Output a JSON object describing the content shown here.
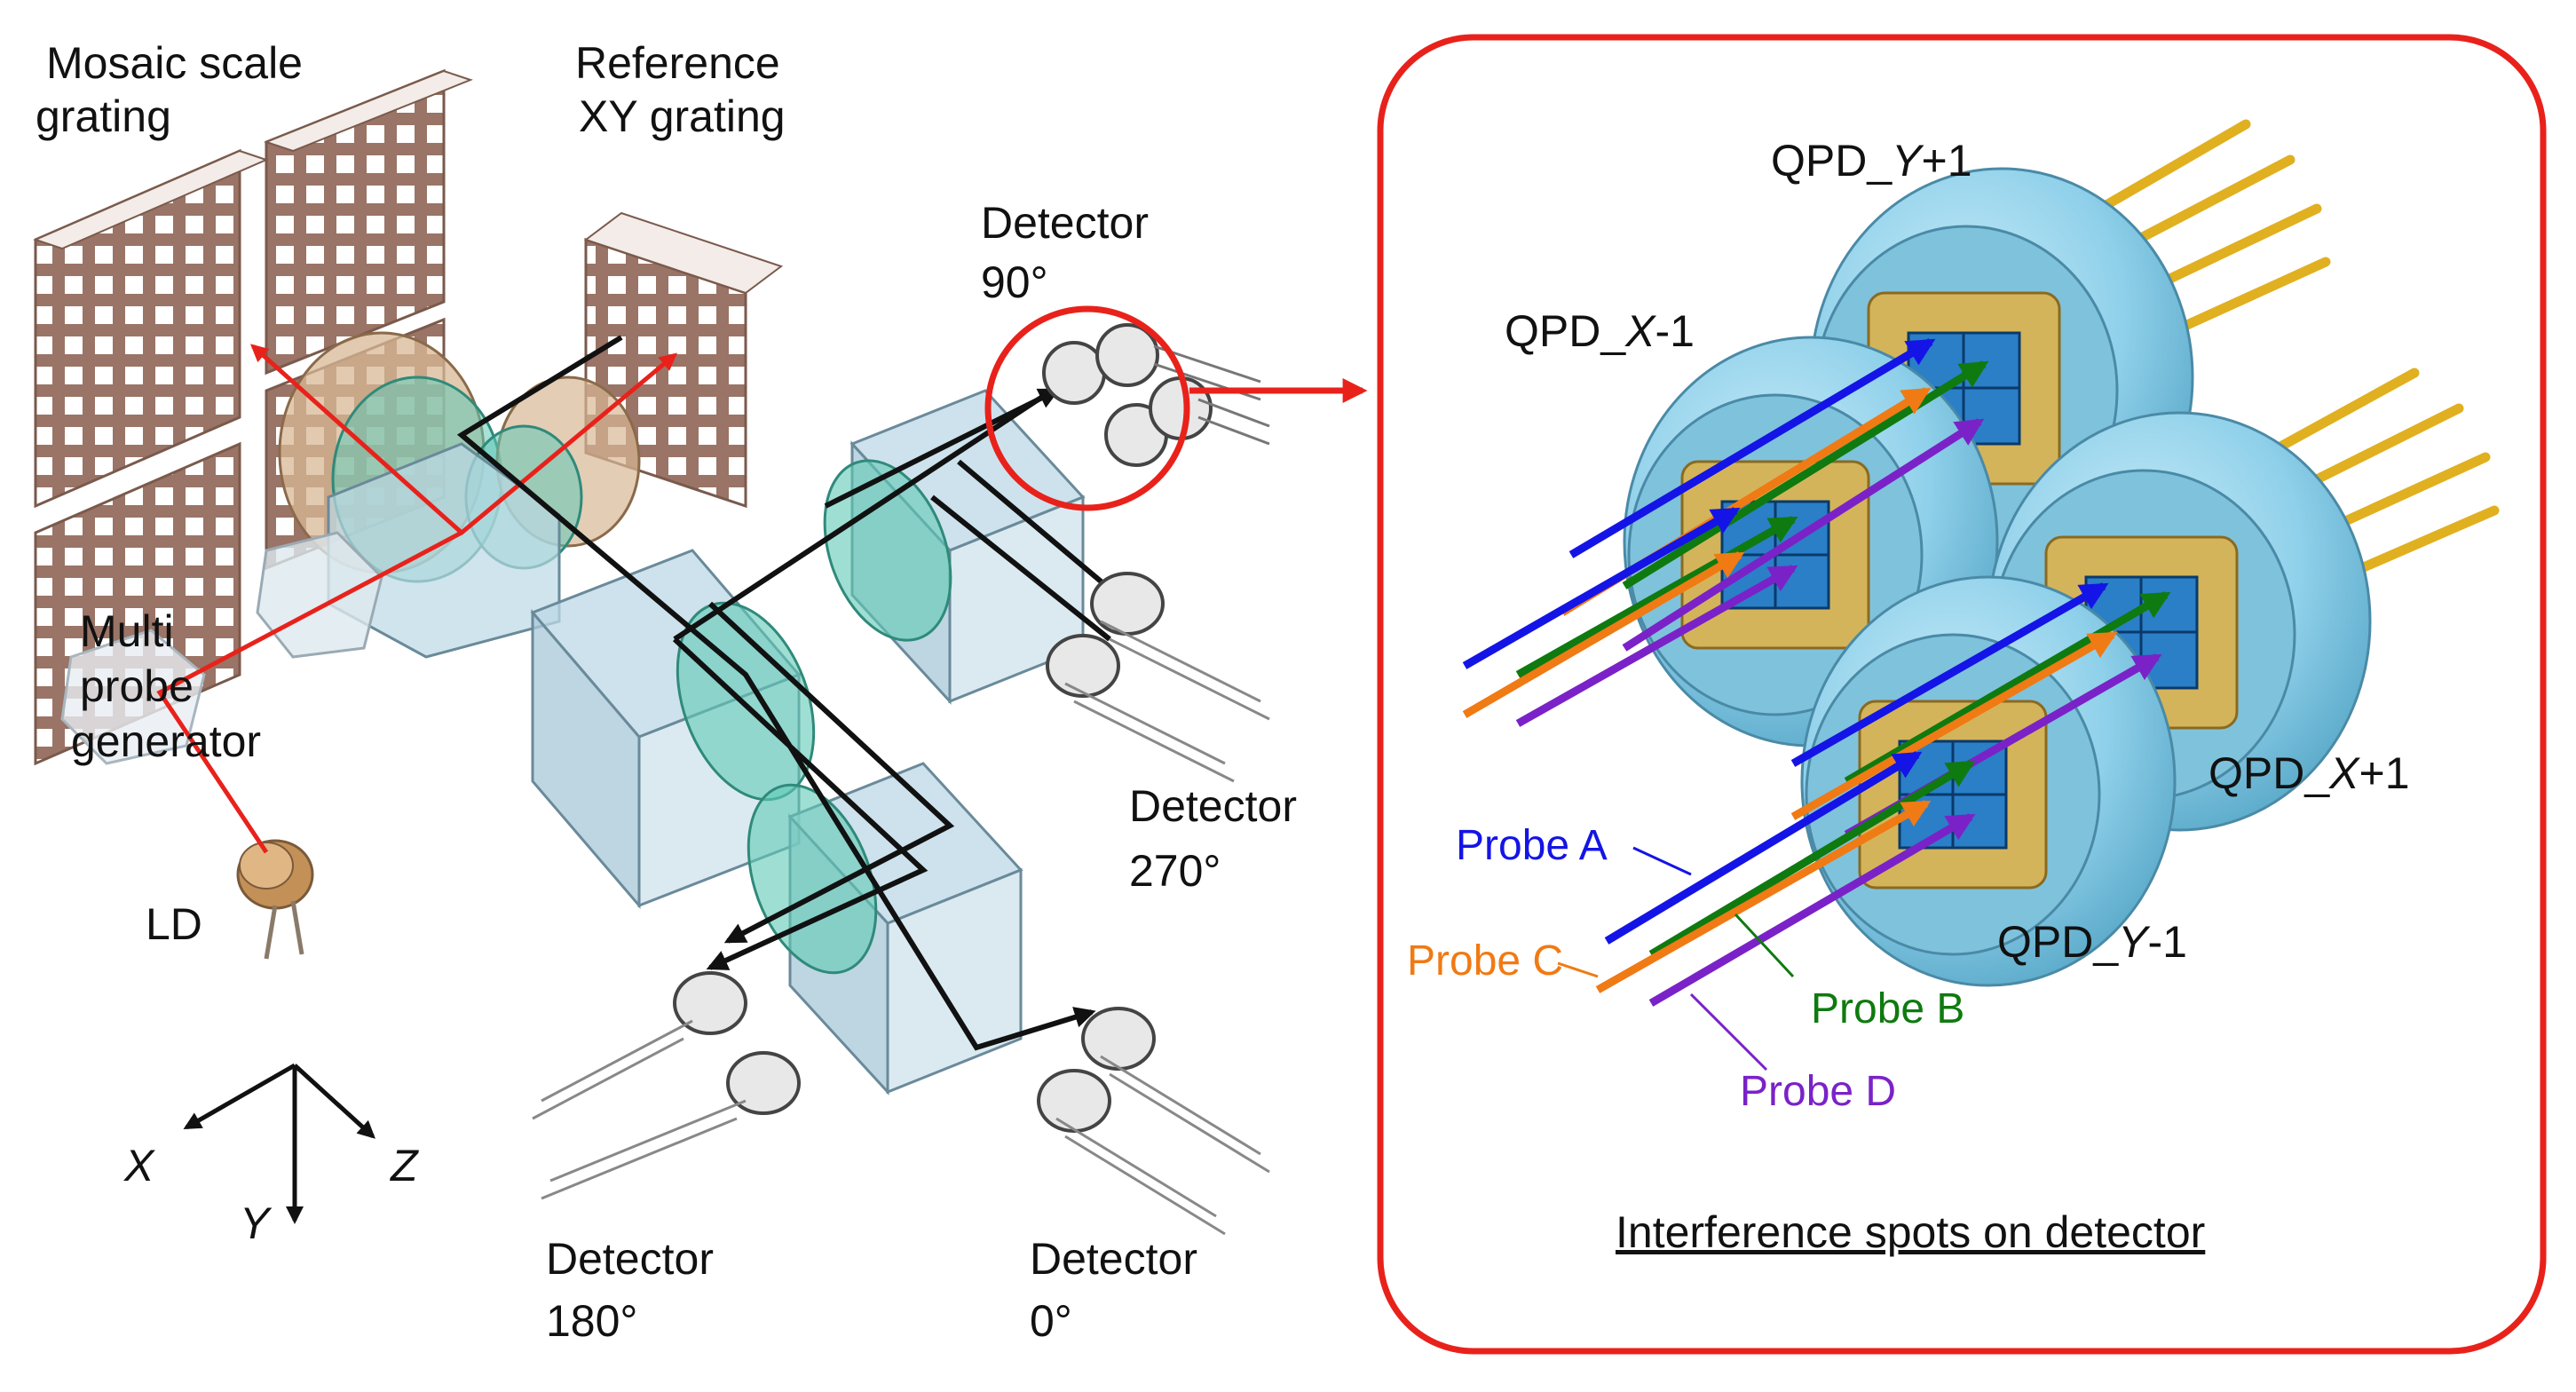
{
  "labels": {
    "mosaic_1": "Mosaic scale",
    "mosaic_2": "grating",
    "reference_1": "Reference",
    "reference_2": "XY grating",
    "multi_1": "Multi",
    "multi_2": "probe",
    "multi_3": "generator",
    "ld": "LD",
    "det90_1": "Detector",
    "det90_2": "90°",
    "det270_1": "Detector",
    "det270_2": "270°",
    "det180_1": "Detector",
    "det180_2": "180°",
    "det0_1": "Detector",
    "det0_2": "0°",
    "axis_x": "X",
    "axis_y": "Y",
    "axis_z": "Z"
  },
  "inset": {
    "qpd_y_plus_prefix": "QPD_",
    "qpd_y_plus_axis": "Y",
    "qpd_y_plus_suffix": "+1",
    "qpd_x_minus_prefix": "QPD_",
    "qpd_x_minus_axis": "X",
    "qpd_x_minus_suffix": "-1",
    "qpd_x_plus_prefix": "QPD_",
    "qpd_x_plus_axis": "X",
    "qpd_x_plus_suffix": "+1",
    "qpd_y_minus_prefix": "QPD_",
    "qpd_y_minus_axis": "Y",
    "qpd_y_minus_suffix": "-1",
    "probe_a": "Probe A",
    "probe_b": "Probe B",
    "probe_c": "Probe C",
    "probe_d": "Probe D",
    "caption": "Interference spots on detector"
  },
  "colors": {
    "laser": "#e8221b",
    "beam": "#111111",
    "highlight": "#e8221b",
    "probe_a": "#1414e6",
    "probe_b": "#0f7a0f",
    "probe_c": "#f07a14",
    "probe_d": "#7a22c8",
    "prism": "#bcd8e6",
    "waveplate": "#5fc9b6",
    "grating": "#c7a79a",
    "qpd_housing": "#8fd0ea",
    "qpd_plate": "#d4b45a"
  }
}
